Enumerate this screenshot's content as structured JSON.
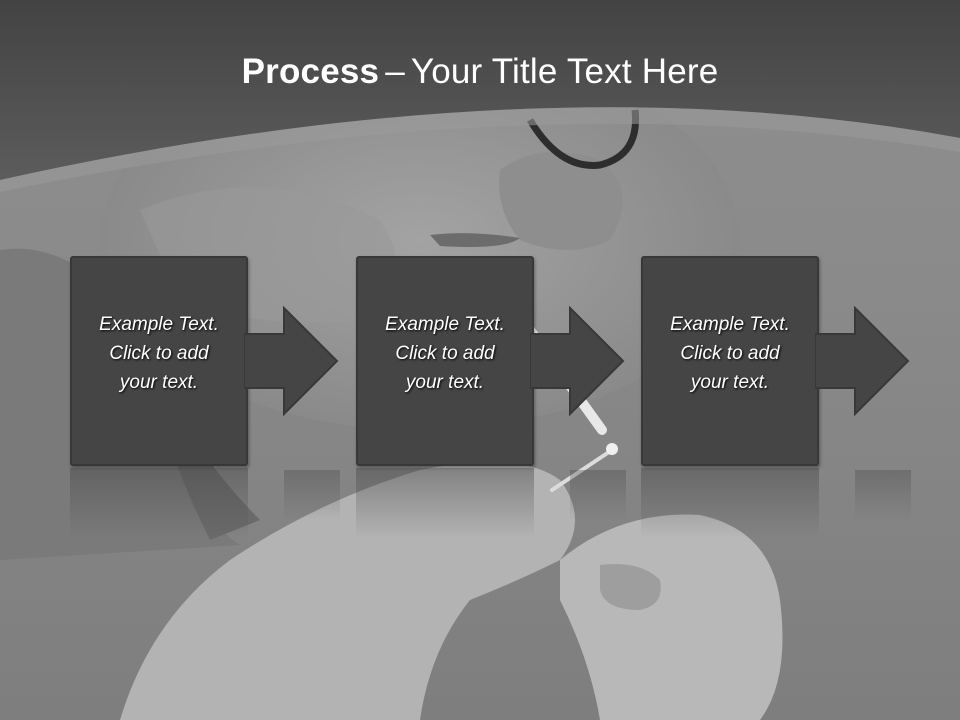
{
  "title": {
    "bold": "Process",
    "dash": "–",
    "rest": "Your Title Text Here"
  },
  "steps": [
    {
      "lines": [
        "Example Text.",
        "Click  to add",
        "your text."
      ]
    },
    {
      "lines": [
        "Example Text.",
        "Click  to add",
        "your text."
      ]
    },
    {
      "lines": [
        "Example Text.",
        "Click  to add",
        "your text."
      ]
    }
  ],
  "colors": {
    "header": "#4a4a4a",
    "box": "#454545",
    "text": "#ffffff",
    "background": "#8c8c8c"
  }
}
